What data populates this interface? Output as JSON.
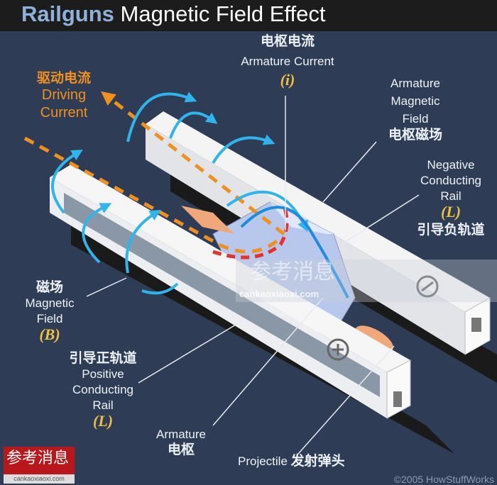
{
  "title": {
    "brand": "Railguns",
    "rest": "Magnetic Field Effect"
  },
  "labels": {
    "armature_current": {
      "zh": "电枢电流",
      "en": "Armature Current",
      "symbol": "(i)"
    },
    "driving_current": {
      "zh": "驱动电流",
      "en1": "Driving",
      "en2": "Current"
    },
    "armature_magnetic_field": {
      "en1": "Armature",
      "en2": "Magnetic",
      "en3": "Field",
      "zh": "电枢磁场"
    },
    "negative_rail": {
      "en1": "Negative",
      "en2": "Conducting",
      "en3": "Rail",
      "symbol": "(L)",
      "zh": "引导负轨道"
    },
    "magnetic_field": {
      "zh": "磁场",
      "en1": "Magnetic",
      "en2": "Field",
      "symbol": "(B)"
    },
    "positive_rail": {
      "zh": "引导正轨道",
      "en1": "Positive",
      "en2": "Conducting",
      "en3": "Rail",
      "symbol": "(L)"
    },
    "armature": {
      "en": "Armature",
      "zh": "电枢"
    },
    "projectile": {
      "en": "Projectile",
      "zh": "发射弹头"
    }
  },
  "watermark": {
    "text": "参考消息",
    "url": "cankaoxiaoxi.com"
  },
  "logo": {
    "text": "参考消息",
    "url": "cankaoxiaoxi.com"
  },
  "copyright": "©2005 HowStuffWorks",
  "colors": {
    "background": "#2e3d55",
    "titlebar": "#1d1c1c",
    "field": "#2fb4ec",
    "current": "#f0901e",
    "armature_current": "#e8302a",
    "symbol": "#f0c040"
  }
}
